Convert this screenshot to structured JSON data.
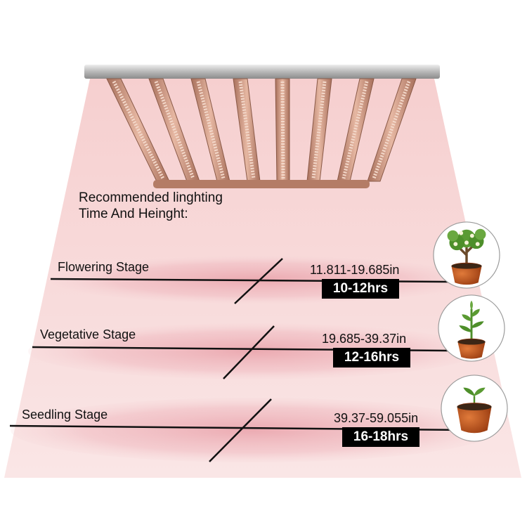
{
  "title": {
    "line1": "Recommended linghting",
    "line2": "Time And Heinght:"
  },
  "stages": [
    {
      "name": "Flowering Stage",
      "distance": "11.811-19.685in",
      "hours": "10-12hrs",
      "icon": "flowering-plant-icon"
    },
    {
      "name": "Vegetative Stage",
      "distance": "19.685-39.37in",
      "hours": "12-16hrs",
      "icon": "vegetative-plant-icon"
    },
    {
      "name": "Seedling Stage",
      "distance": "39.37-59.055in",
      "hours": "16-18hrs",
      "icon": "seedling-plant-icon"
    }
  ],
  "colors": {
    "light_beam": "#f7d2d2",
    "light_pool": "#ecaeb4",
    "lamp_bar": "#c98c72",
    "hours_box": "#000000",
    "pot": "#c45a1e",
    "leaves": "#4e8f2a"
  }
}
